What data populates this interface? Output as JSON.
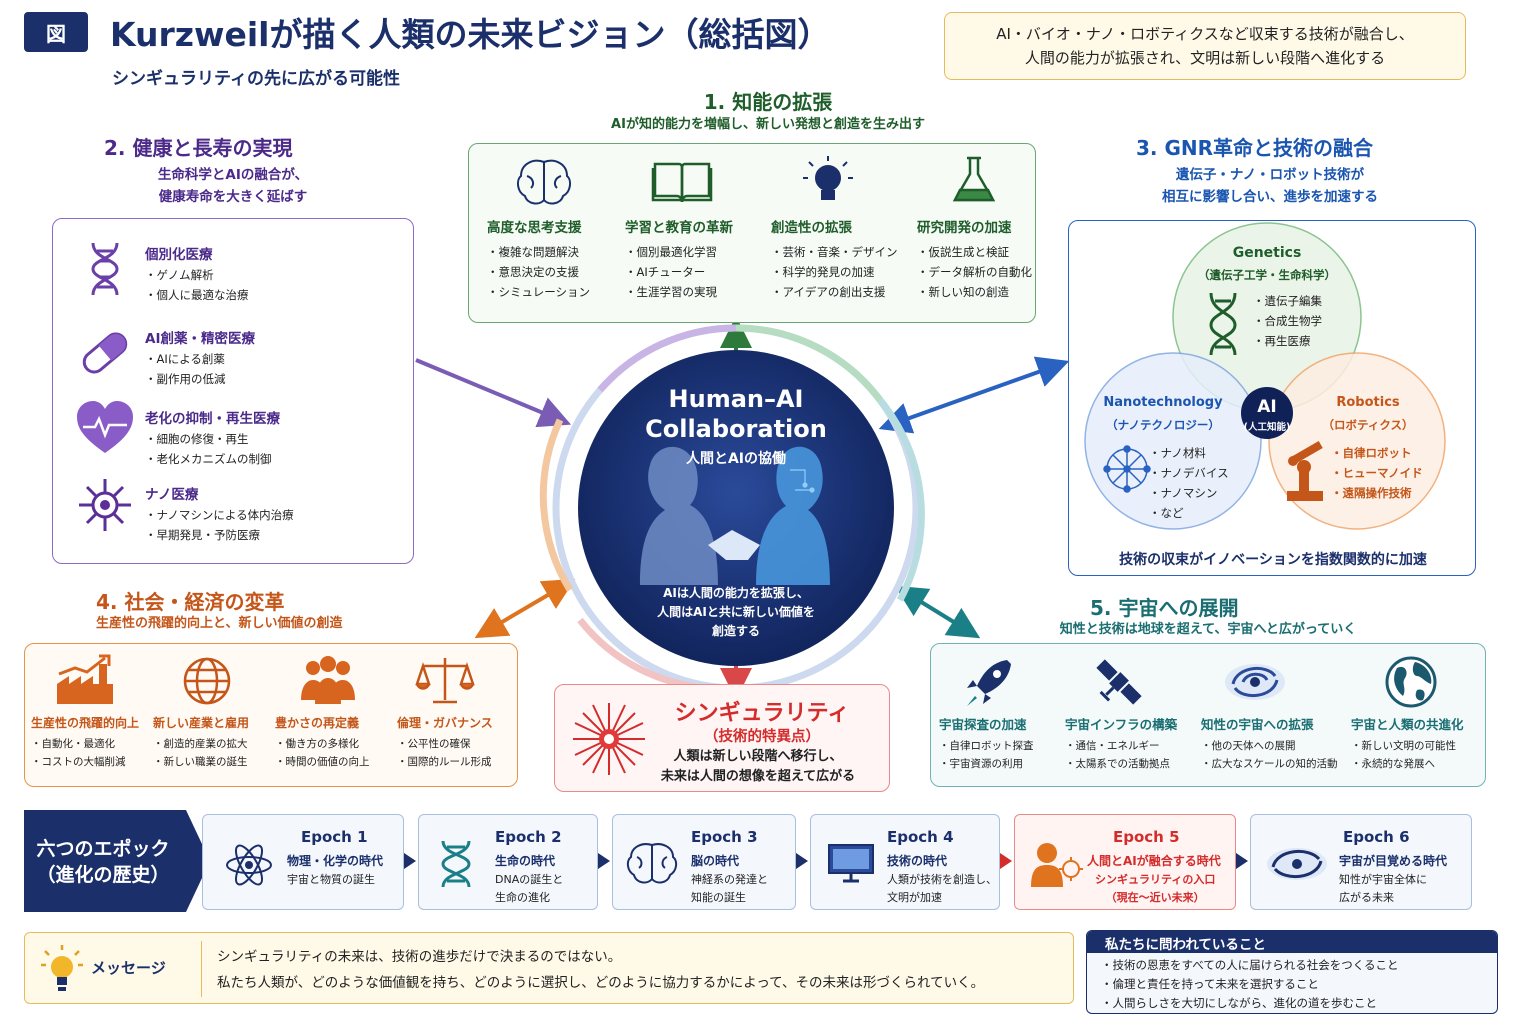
{
  "header": {
    "badge": "図",
    "title": "Kurzweilが描く人類の未来ビジョン（総括図）",
    "subtitle": "シンギュラリティの先に広がる可能性",
    "note_line1": "AI・バイオ・ナノ・ロボティクスなど収束する技術が融合し、",
    "note_line2": "人間の能力が拡張され、文明は新しい段階へ進化する"
  },
  "intellect": {
    "title": "1. 知能の拡張",
    "subtitle": "AIが知的能力を増幅し、新しい発想と創造を生み出す",
    "items": [
      {
        "title": "高度な思考支援",
        "points": [
          "複雑な問題解決",
          "意思決定の支援",
          "シミュレーション"
        ]
      },
      {
        "title": "学習と教育の革新",
        "points": [
          "個別最適化学習",
          "AIチューター",
          "生涯学習の実現"
        ]
      },
      {
        "title": "創造性の拡張",
        "points": [
          "芸術・音楽・デザイン",
          "科学的発見の加速",
          "アイデアの創出支援"
        ]
      },
      {
        "title": "研究開発の加速",
        "points": [
          "仮説生成と検証",
          "データ解析の自動化",
          "新しい知の創造"
        ]
      }
    ]
  },
  "health": {
    "title": "2. 健康と長寿の実現",
    "subtitle_line1": "生命科学とAIの融合が、",
    "subtitle_line2": "健康寿命を大きく延ばす",
    "items": [
      {
        "title": "個別化医療",
        "points": [
          "ゲノム解析",
          "個人に最適な治療"
        ]
      },
      {
        "title": "AI創薬・精密医療",
        "points": [
          "AIによる創薬",
          "副作用の低減"
        ]
      },
      {
        "title": "老化の抑制・再生医療",
        "points": [
          "細胞の修復・再生",
          "老化メカニズムの制御"
        ]
      },
      {
        "title": "ナノ医療",
        "points": [
          "ナノマシンによる体内治療",
          "早期発見・予防医療"
        ]
      }
    ]
  },
  "gnr": {
    "title": "3. GNR革命と技術の融合",
    "subtitle_line1": "遺伝子・ナノ・ロボット技術が",
    "subtitle_line2": "相互に影響し合い、進歩を加速する",
    "genetics": {
      "name": "Genetics",
      "sub": "（遺伝子工学・生命科学）",
      "points": [
        "遺伝子編集",
        "合成生物学",
        "再生医療"
      ]
    },
    "nano": {
      "name": "Nanotechnology",
      "sub": "（ナノテクノロジー）",
      "points": [
        "ナノ材料",
        "ナノデバイス",
        "ナノマシン",
        "など"
      ]
    },
    "robotics": {
      "name": "Robotics",
      "sub": "（ロボティクス）",
      "points": [
        "自律ロボット",
        "ヒューマノイド",
        "遠隔操作技術"
      ]
    },
    "center": {
      "name": "AI",
      "sub": "(人工知能)"
    },
    "footer": "技術の収束がイノベーションを指数関数的に加速"
  },
  "center": {
    "title_line1": "Human–AI",
    "title_line2": "Collaboration",
    "subtitle": "人間とAIの協働",
    "desc_line1": "AIは人間の能力を拡張し、",
    "desc_line2": "人間はAIと共に新しい価値を",
    "desc_line3": "創造する"
  },
  "society": {
    "title": "4. 社会・経済の変革",
    "subtitle": "生産性の飛躍的向上と、新しい価値の創造",
    "items": [
      {
        "title": "生産性の飛躍的向上",
        "points": [
          "自動化・最適化",
          "コストの大幅削減"
        ]
      },
      {
        "title": "新しい産業と雇用",
        "points": [
          "創造的産業の拡大",
          "新しい職業の誕生"
        ]
      },
      {
        "title": "豊かさの再定義",
        "points": [
          "働き方の多様化",
          "時間の価値の向上"
        ]
      },
      {
        "title": "倫理・ガバナンス",
        "points": [
          "公平性の確保",
          "国際的ルール形成"
        ]
      }
    ]
  },
  "singularity": {
    "title": "シンギュラリティ",
    "sub": "（技術的特異点）",
    "desc_line1": "人類は新しい段階へ移行し、",
    "desc_line2": "未来は人間の想像を超えて広がる"
  },
  "space": {
    "title": "5. 宇宙への展開",
    "subtitle": "知性と技術は地球を超えて、宇宙へと広がっていく",
    "items": [
      {
        "title": "宇宙探査の加速",
        "points": [
          "自律ロボット探査",
          "宇宙資源の利用"
        ]
      },
      {
        "title": "宇宙インフラの構築",
        "points": [
          "通信・エネルギー",
          "太陽系での活動拠点"
        ]
      },
      {
        "title": "知性の宇宙への拡張",
        "points": [
          "他の天体への展開",
          "広大なスケールの知的活動"
        ]
      },
      {
        "title": "宇宙と人類の共進化",
        "points": [
          "新しい文明の可能性",
          "永続的な発展へ"
        ]
      }
    ]
  },
  "epochs": {
    "label_line1": "六つのエポック",
    "label_line2": "（進化の歴史）",
    "items": [
      {
        "name": "Epoch 1",
        "title": "物理・化学の時代",
        "desc1": "宇宙と物質の誕生",
        "desc2": ""
      },
      {
        "name": "Epoch 2",
        "title": "生命の時代",
        "desc1": "DNAの誕生と",
        "desc2": "生命の進化"
      },
      {
        "name": "Epoch 3",
        "title": "脳の時代",
        "desc1": "神経系の発達と",
        "desc2": "知能の誕生"
      },
      {
        "name": "Epoch 4",
        "title": "技術の時代",
        "desc1": "人類が技術を創造し、",
        "desc2": "文明が加速"
      },
      {
        "name": "Epoch 5",
        "title": "人間とAIが融合する時代",
        "desc1": "シンギュラリティの入口",
        "desc2": "（現在〜近い未来）"
      },
      {
        "name": "Epoch 6",
        "title": "宇宙が目覚める時代",
        "desc1": "知性が宇宙全体に",
        "desc2": "広がる未来"
      }
    ]
  },
  "message": {
    "label": "メッセージ",
    "line1": "シンギュラリティの未来は、技術の進歩だけで決まるのではない。",
    "line2": "私たち人類が、どのような価値観を持ち、どのように選択し、どのように協力するかによって、その未来は形づくられていく。"
  },
  "questions": {
    "title": "私たちに問われていること",
    "points": [
      "技術の恩恵をすべての人に届けられる社会をつくること",
      "倫理と責任を持って未来を選択すること",
      "人間らしさを大切にしながら、進化の道を歩むこと"
    ]
  },
  "colors": {
    "navy": "#1b2f6b",
    "green": "#1f5d2a",
    "purple": "#4b2a8a",
    "blue": "#1a55b0",
    "orange": "#c4561a",
    "teal": "#1a6e72",
    "red": "#d42b2b"
  }
}
